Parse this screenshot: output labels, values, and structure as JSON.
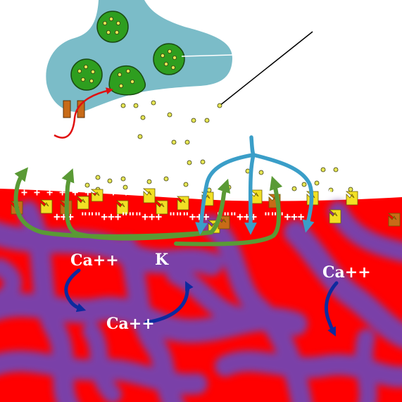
{
  "labels": {
    "ca_1": "Ca++",
    "ca_2": "Ca++",
    "ca_3": "Ca++",
    "k": "K"
  },
  "membrane_charges": {
    "outer_row": "+ + + + + + + + + + + + + + + + + + + + + + + + + + + + + + + +",
    "inner_row": "+++ \"\"\"+++\"\"\"+++ \"\"\"+++ \"\"\"+++ \"\"\"+++"
  },
  "colors": {
    "terminal": "#7bbcc8",
    "vesicle": "#2e9e1f",
    "neurotransmitter": "#e6e655",
    "muscle": "#ff0000",
    "myofibril": "#7a3fa8",
    "receptor_yellow": "#f2e024",
    "receptor_orange": "#c86b18",
    "arrow_green": "#5a9a35",
    "arrow_blue": "#3a9ec8",
    "arrow_navy": "#0d2a9e",
    "arrow_red": "#e01010"
  },
  "icons": [
    "synaptic-vesicle-icon",
    "calcium-channel-icon",
    "receptor-icon"
  ]
}
